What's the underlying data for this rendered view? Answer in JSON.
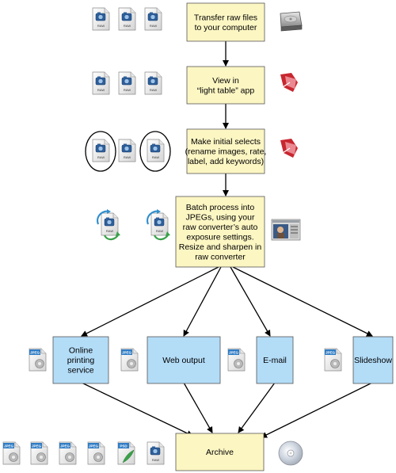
{
  "colors": {
    "process_fill": "#fcf6c3",
    "output_fill": "#b3dcf7",
    "box_border": "#555555",
    "arrow": "#000000",
    "badge_blue": "#2f7cc5"
  },
  "steps": [
    {
      "id": "transfer",
      "lines": [
        "Transfer raw files",
        "to your computer"
      ]
    },
    {
      "id": "view",
      "lines": [
        "View in",
        "“light table” app"
      ]
    },
    {
      "id": "selects",
      "lines": [
        "Make initial selects",
        "(rename images, rate,",
        "label, add keywords)"
      ]
    },
    {
      "id": "batch",
      "lines": [
        "Batch process into",
        "JPEGs, using your",
        "raw converter’s auto",
        "exposure settings.",
        "Resize and sharpen in",
        "raw converter"
      ]
    }
  ],
  "outputs": [
    {
      "id": "online",
      "lines": [
        "Online",
        "printing",
        "service"
      ]
    },
    {
      "id": "web",
      "lines": [
        "Web output"
      ]
    },
    {
      "id": "email",
      "lines": [
        "E-mail"
      ]
    },
    {
      "id": "slideshow",
      "lines": [
        "Slideshow"
      ]
    }
  ],
  "archive": {
    "lines": [
      "Archive"
    ]
  },
  "file_labels": {
    "raw": "RAW",
    "jpeg": "JPEG",
    "psd": "PSD"
  },
  "icons": {
    "drive": "hard-drive-icon",
    "light_table": "light-table-app-icon",
    "converter": "raw-converter-app-icon",
    "disc": "cd-disc-icon",
    "raw_file": "raw-file-icon",
    "jpeg_file": "jpeg-file-icon",
    "psd_file": "psd-file-icon"
  }
}
